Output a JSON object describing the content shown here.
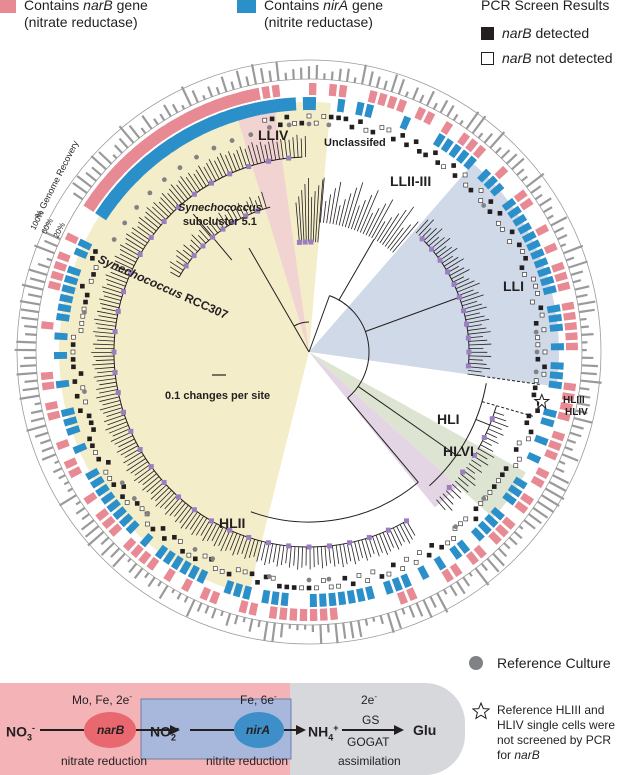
{
  "legend": {
    "narB": {
      "prefix": "Contains ",
      "gene": "narB",
      "suffix": " gene",
      "line2": "(nitrate reductase)",
      "color": "#e88a94"
    },
    "nirA": {
      "prefix": "Contains ",
      "gene": "nirA",
      "suffix": " gene",
      "line2": "(nitrite reductase)",
      "color": "#2b8fca"
    },
    "pcr": {
      "title": "PCR Screen Results",
      "detected": " detected",
      "not_detected": " not detected",
      "gene": "narB"
    }
  },
  "recovery_axis": {
    "label": "% Genome Recovery",
    "ticks": [
      "100%",
      "60%",
      "20%"
    ]
  },
  "clades": {
    "LLIV": "LLIV",
    "Unclassified": "Unclassifed",
    "LLII_III": "LLII-III",
    "LLI": "LLI",
    "HLI": "HLI",
    "HLVI": "HLVI",
    "HLII": "HLII",
    "HLIII": "HLIII",
    "HLIV": "HLIV",
    "syn51_line1": "Synechococcus",
    "syn51_line2": "subcluster 5.1",
    "rcc307_italic": "Synechococcus",
    "rcc307_plain": " RCC307"
  },
  "scale_bar": "0.1 changes per site",
  "reference_culture": "Reference Culture",
  "star_note": {
    "line1": "Reference HLIII and",
    "line2": "HLIV single cells were",
    "line3": "not screened by PCR",
    "line4_prefix": "for ",
    "line4_gene": "narB"
  },
  "pathway": {
    "no3": "NO",
    "no3_sub": "3",
    "no3_sup": "-",
    "narB_cofactors": "Mo, Fe, 2e",
    "narB_cofactors_sup": "-",
    "narB": "narB",
    "nitrate_reduction": "nitrate reduction",
    "no2": "NO",
    "no2_sub": "2",
    "no2_sup": "-",
    "nirA_cofactors": "Fe, 6e",
    "nirA_cofactors_sup": "-",
    "nirA": "nirA",
    "nitrite_reduction": "nitrite reduction",
    "nh4": "NH",
    "nh4_sub": "4",
    "nh4_sup": "+",
    "assim_electrons": "2e",
    "assim_electrons_sup": "-",
    "gs": "GS",
    "gogat": "GOGAT",
    "glu": "Glu",
    "assimilation": "assimilation",
    "colors": {
      "nitrate_bg": "#f4b3b7",
      "nitrite_bg": "#a8b8dc",
      "assim_bg": "#d6d8dc",
      "narB_node": "#e9676f",
      "nirA_node": "#3d8ec9"
    }
  },
  "colors": {
    "LLIV_sector": "#f1d3d1",
    "LLI_sector": "#cfd9e7",
    "HL_sector": "#dde5d2",
    "HLVI_sector": "#e3d5e4",
    "HLII_sector": "#f3edca",
    "node": "#9c7ec0",
    "recovery": "#9a9a9a",
    "reference": "#808285"
  }
}
